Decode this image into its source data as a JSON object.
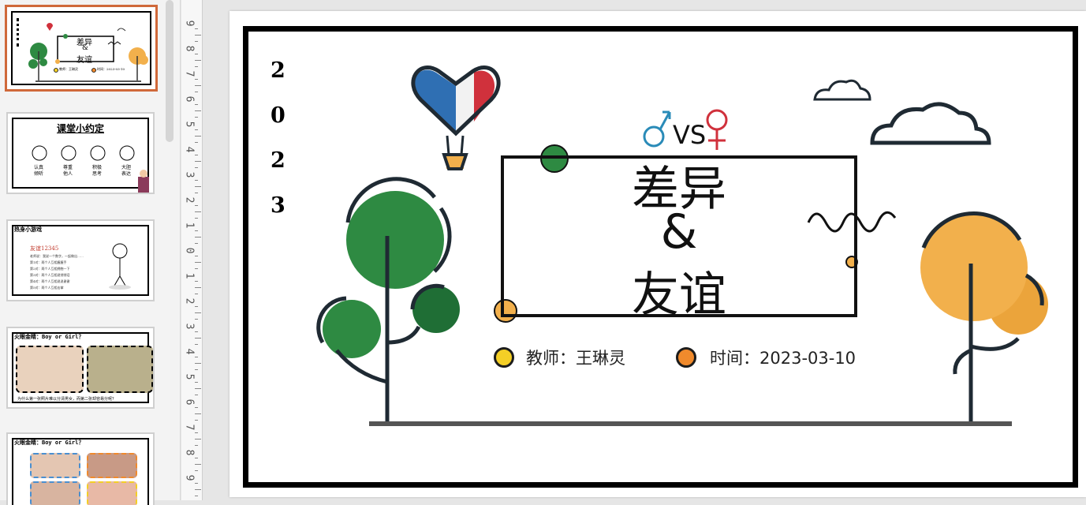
{
  "thumbnails": [
    {
      "title_line1": "差异",
      "title_line2": "&",
      "title_line3": "友谊",
      "teacher": "教师：王琳灵",
      "time": "时间：2023-03-10"
    },
    {
      "title": "课堂小约定",
      "items": [
        "认真\n倾听",
        "尊重\n他人",
        "积极\n思考",
        "大胆\n表达"
      ]
    },
    {
      "title": "热身小游戏",
      "subtitle": "友谊12345",
      "lines": [
        "老师说：我说一个数字，一起做出……",
        "第1对：两个人互相握握手",
        "第2对：两个人互相拥抱一下",
        "第3对：两个人互相说悄悄话",
        "第4对：两个人互相说说谢谢",
        "第5对：两个人互相击掌"
      ]
    },
    {
      "title": "火眼金睛：Boy or Girl？",
      "caption": "为什么第一张照片难以分清男女，而第二张却容易分呢？"
    },
    {
      "title": "火眼金睛：Boy or Girl？"
    }
  ],
  "slide": {
    "year_digits": [
      "2",
      "0",
      "2",
      "3"
    ],
    "vs_text": "VS",
    "title_line1": "差异",
    "title_line2": "&",
    "title_line3": "友谊",
    "teacher_text": "教师：王琳灵",
    "time_text": "时间：2023-03-10"
  },
  "ruler_numbers": [
    "9",
    "8",
    "7",
    "6",
    "5",
    "4",
    "3",
    "2",
    "1",
    "0",
    "1",
    "2",
    "3",
    "4",
    "5",
    "6",
    "7",
    "8",
    "9"
  ],
  "colors": {
    "active_thumb_border": "#d0693a",
    "tree_green": "#2e8a42",
    "tree_orange": "#f2b04c",
    "male_symbol": "#2a8bb8",
    "female_symbol": "#d0313c",
    "teacher_dot": "#f4cf26",
    "time_dot": "#f08a2c",
    "ground": "#555555"
  }
}
